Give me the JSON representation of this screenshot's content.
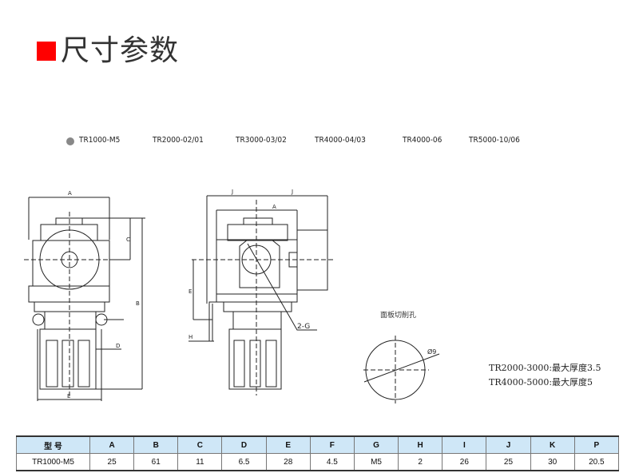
{
  "title": "尺寸参数",
  "accent": "#ff0000",
  "models": [
    "TR1000-M5",
    "TR2000-02/01",
    "TR3000-03/02",
    "TR4000-04/03",
    "TR4000-06",
    "TR5000-10/06"
  ],
  "drawing": {
    "dims": {
      "A": "A",
      "B": "B",
      "C": "C",
      "D": "D",
      "E": "E",
      "H": "H",
      "J": "J",
      "G": "2-G",
      "phi": "Ø9"
    },
    "panel_label": "面板切削孔",
    "notes": [
      "TR2000-3000:最大厚度3.5",
      "TR4000-5000:最大厚度5"
    ]
  },
  "table": {
    "headers": [
      "型 号",
      "A",
      "B",
      "C",
      "D",
      "E",
      "F",
      "G",
      "H",
      "I",
      "J",
      "K",
      "P"
    ],
    "rows": [
      [
        "TR1000-M5",
        "25",
        "61",
        "11",
        "6.5",
        "28",
        "4.5",
        "M5",
        "2",
        "26",
        "25",
        "30",
        "20.5"
      ]
    ]
  }
}
